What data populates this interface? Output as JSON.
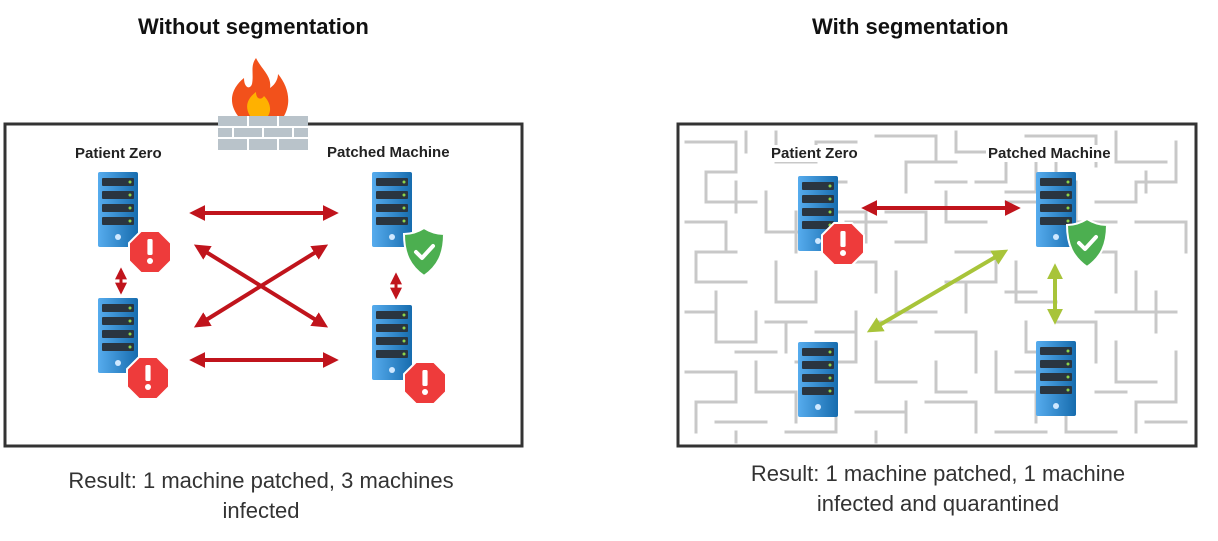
{
  "left_panel": {
    "title": "Without segmentation",
    "label_patient_zero": "Patient Zero",
    "label_patched_machine": "Patched Machine",
    "result_line1": "Result: 1 machine patched, 3 machines",
    "result_line2": "infected"
  },
  "right_panel": {
    "title": "With segmentation",
    "label_patient_zero": "Patient Zero",
    "label_patched_machine": "Patched Machine",
    "result_line1": "Result: 1 machine patched, 1 machine",
    "result_line2": "infected and quarantined"
  },
  "colors": {
    "server_blue": "#1e90e8",
    "server_slot": "#2a3540",
    "slot_led": "#8bd34a",
    "infected_red": "#ee3b3b",
    "patched_green": "#4caf50",
    "arrow_red": "#c0141c",
    "arrow_green": "#a8c43a",
    "maze_line": "#c8c8c8",
    "border": "#333333"
  },
  "icons": {
    "server": "server-icon",
    "infected": "warning-octagon-icon",
    "patched": "shield-check-icon",
    "firewall": "firewall-flame-icon"
  }
}
